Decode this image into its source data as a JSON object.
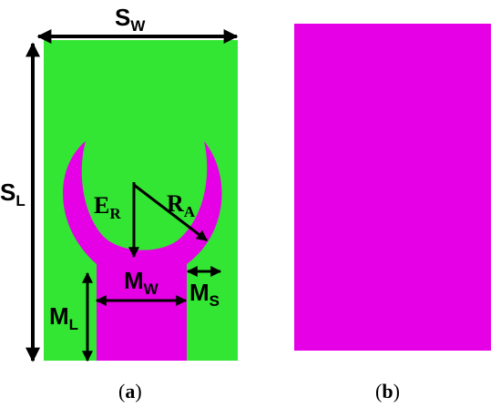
{
  "panel_a": {
    "caption_open": "(",
    "caption_letter": "a",
    "caption_close": ")",
    "labels": {
      "sw": {
        "main": "S",
        "sub": "W"
      },
      "sl": {
        "main": "S",
        "sub": "L"
      },
      "er": {
        "main": "E",
        "sub": "R"
      },
      "ra": {
        "main": "R",
        "sub": "A"
      },
      "mw": {
        "main": "M",
        "sub": "W"
      },
      "ms": {
        "main": "M",
        "sub": "S"
      },
      "ml": {
        "main": "M",
        "sub": "L"
      }
    }
  },
  "panel_b": {
    "caption_open": "(",
    "caption_letter": "b",
    "caption_close": ")"
  },
  "colors": {
    "substrate": "#33e633",
    "copper": "#e600e6",
    "dimension_line": "#000000"
  }
}
